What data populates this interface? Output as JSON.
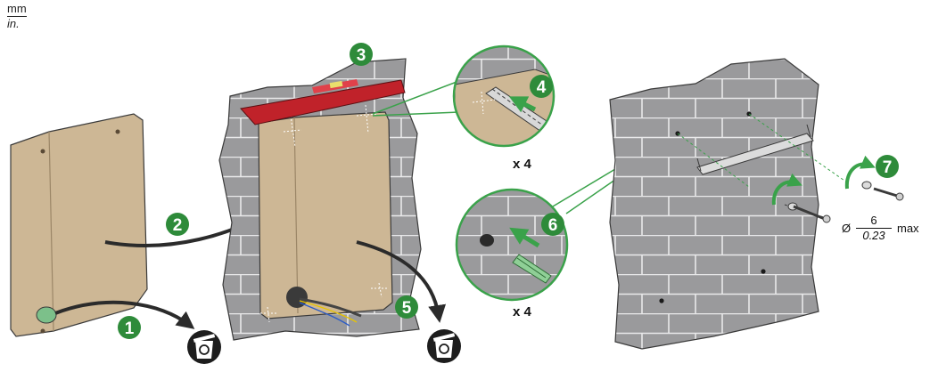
{
  "units": {
    "primary": "mm",
    "secondary": "in."
  },
  "steps": [
    "1",
    "2",
    "3",
    "4",
    "5",
    "6",
    "7"
  ],
  "counts": {
    "drill": "x 4",
    "plugs": "x 4"
  },
  "screw_diameter": {
    "symbol": "Ø",
    "mm": "6",
    "in": "0.23",
    "suffix": "max"
  },
  "colors": {
    "step_badge": "#2e8b3a",
    "wall": "#9a9a9c",
    "backplate": "#cdb795",
    "level": "#c0222a",
    "arrow": "#2b2b2b",
    "green_arrow": "#3aa24a"
  },
  "icons": [
    "recycle-bin-icon",
    "recycle-bin-icon",
    "spirit-level-icon",
    "drill-bit-icon",
    "wall-plug-icon",
    "screw-icon"
  ]
}
